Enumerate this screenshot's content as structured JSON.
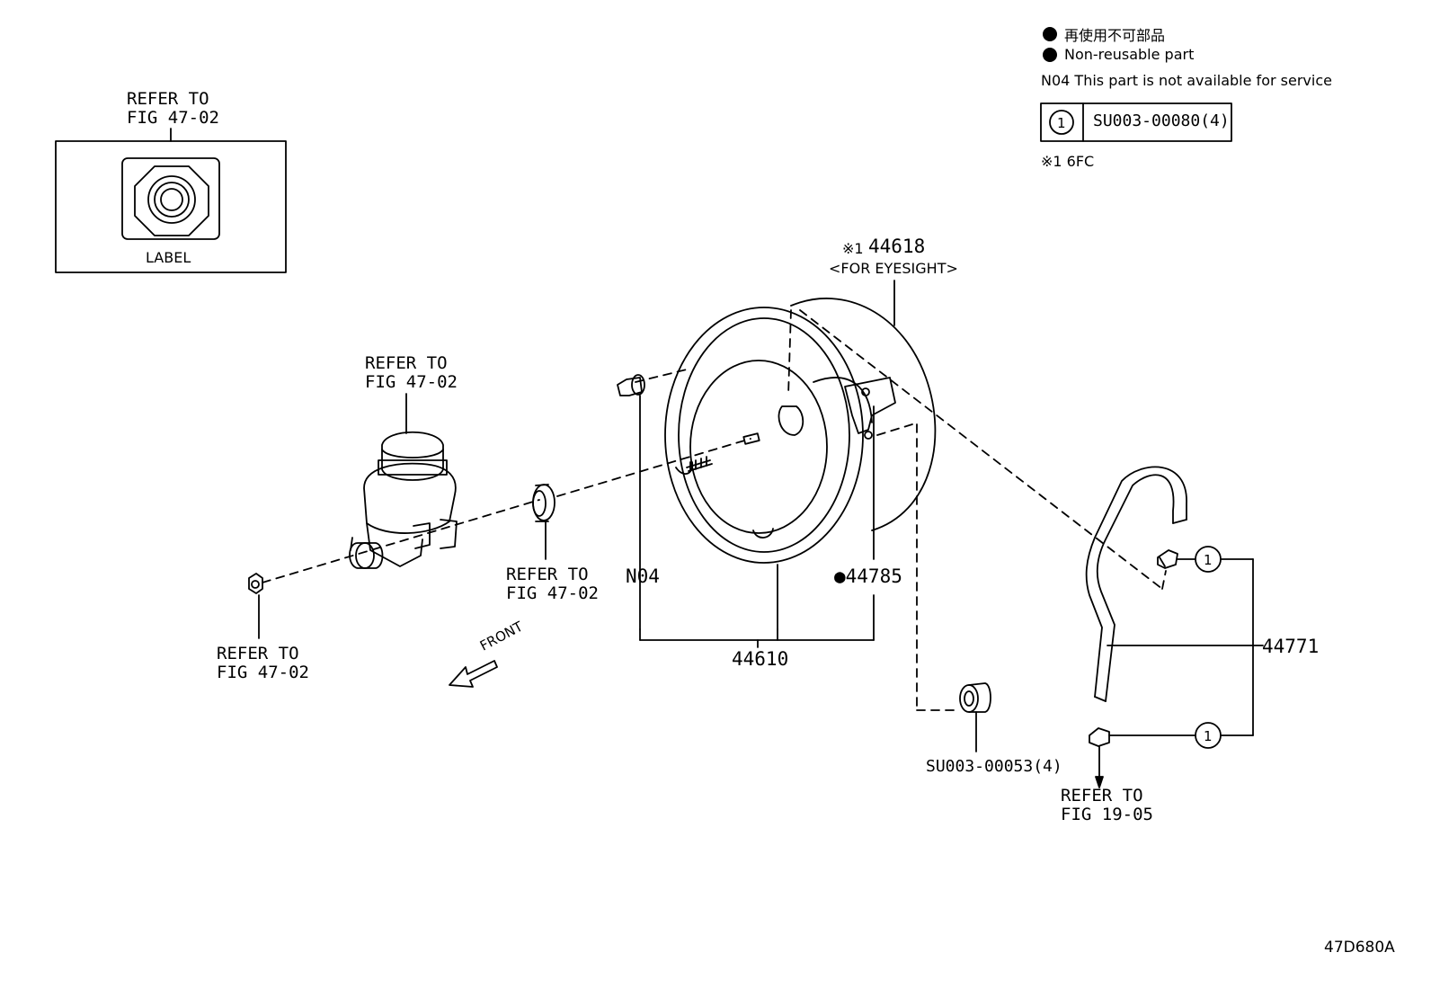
{
  "legend": {
    "jp_text": "再使用不可部品",
    "en_text": "Non-reusable part",
    "n04_note": "N04 This part is not available for service",
    "kit_number": "1",
    "kit_part": "SU003-00080(4)",
    "note_6fc": "※1 6FC"
  },
  "label_box": {
    "refer": "REFER TO",
    "fig": "FIG 47-02",
    "caption": "LABEL"
  },
  "callouts": {
    "reservoir_refer": "REFER TO",
    "reservoir_fig": "FIG 47-02",
    "nut_refer": "REFER TO",
    "nut_fig": "FIG 47-02",
    "seal_refer": "REFER TO",
    "seal_fig": "FIG 47-02",
    "n04": "N04",
    "p44785": "●44785",
    "p44610": "44610",
    "p44618_mark": "※1",
    "p44618": "44618",
    "eyesight": "<FOR EYESIGHT>",
    "su00053": "SU003-00053(4)",
    "p44771": "44771",
    "hose_refer": "REFER TO",
    "hose_fig": "FIG 19-05",
    "front": "FRONT",
    "circle_top": "1",
    "circle_bottom": "1"
  },
  "footer": {
    "code": "47D680A"
  }
}
